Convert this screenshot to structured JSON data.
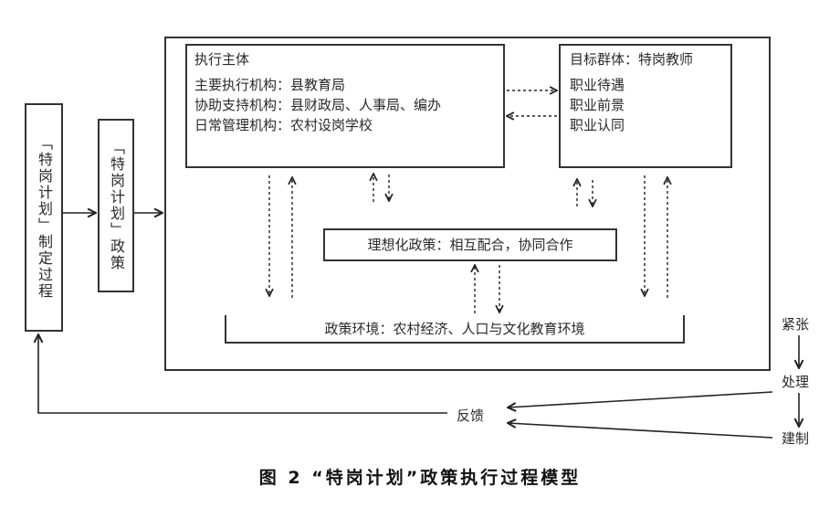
{
  "formulation_box": {
    "label": "「特岗计划」制定过程"
  },
  "policy_box": {
    "label": "「特岗计划」政策"
  },
  "executor_box": {
    "title": "执行主体",
    "items": [
      "主要执行机构：县教育局",
      "协助支持机构：县财政局、人事局、编办",
      "日常管理机构：农村设岗学校"
    ]
  },
  "target_box": {
    "title": "目标群体：特岗教师",
    "items": [
      "职业待遇",
      "职业前景",
      "职业认同"
    ]
  },
  "ideal_policy": {
    "label": "理想化政策：相互配合，协同合作"
  },
  "environment": {
    "label": "政策环境：农村经济、人口与文化教育环境"
  },
  "process": {
    "tension": "紧张",
    "handling": "处理",
    "institution": "建制",
    "feedback": "反馈"
  },
  "caption": "图 2   “特岗计划”政策执行过程模型"
}
